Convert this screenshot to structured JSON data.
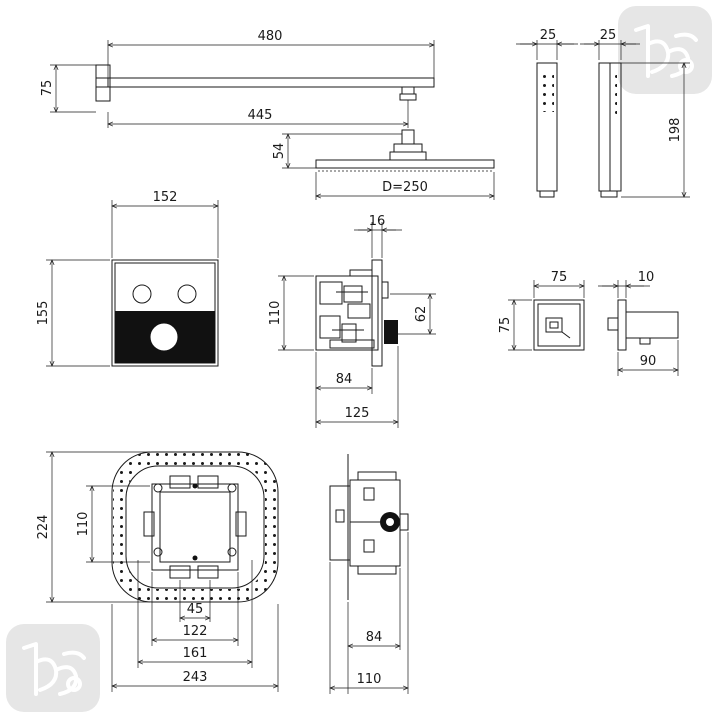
{
  "dimensions": {
    "arm_length": "480",
    "arm_height": "75",
    "arm_reach": "445",
    "head_drop": "54",
    "head_diameter": "D=250",
    "hand_width_front": "25",
    "hand_width_side": "25",
    "hand_length": "198",
    "panel_width": "152",
    "panel_height": "155",
    "valve_protrusion": "16",
    "valve_height": "110",
    "valve_outlet_height": "62",
    "valve_body_depth": "84",
    "valve_total_depth": "125",
    "outlet_width": "75",
    "outlet_height": "75",
    "outlet_plate": "10",
    "outlet_depth": "90",
    "box_height": "224",
    "box_inner_height": "110",
    "box_hole_spacing": "45",
    "box_span_a": "122",
    "box_span_b": "161",
    "box_width": "243",
    "box_side_depth": "84",
    "box_side_total": "110"
  },
  "watermark": {
    "logo": "bb-logo",
    "color": "#e6e6e6"
  }
}
